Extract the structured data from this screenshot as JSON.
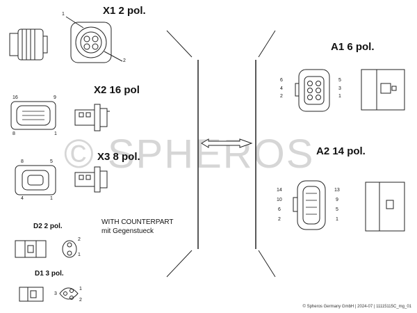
{
  "watermark": "© SPHEROS",
  "footer": "© Spheros Germany GmbH | 2024-07 | 11115115C_mg_01",
  "connectors": {
    "x1": {
      "title": "X1 2 pol.",
      "pins": [
        "1",
        "2"
      ]
    },
    "x2": {
      "title": "X2 16 pol",
      "pins": [
        "16",
        "9",
        "8",
        "1"
      ]
    },
    "x3": {
      "title": "X3 8 pol.",
      "pins": [
        "8",
        "5",
        "4",
        "1"
      ]
    },
    "d2": {
      "title": "D2 2 pol.",
      "pins": [
        "2",
        "1"
      ]
    },
    "d1": {
      "title": "D1 3 pol.",
      "pins": [
        "1",
        "3",
        "2"
      ]
    },
    "a1": {
      "title": "A1 6 pol.",
      "pins": [
        "6",
        "4",
        "2",
        "5",
        "3",
        "1"
      ]
    },
    "a2": {
      "title": "A2 14 pol.",
      "pins": [
        "14",
        "10",
        "6",
        "2",
        "13",
        "9",
        "5",
        "1"
      ]
    }
  },
  "note": {
    "line1": "WITH COUNTERPART",
    "line2": "mit Gegenstueck"
  }
}
